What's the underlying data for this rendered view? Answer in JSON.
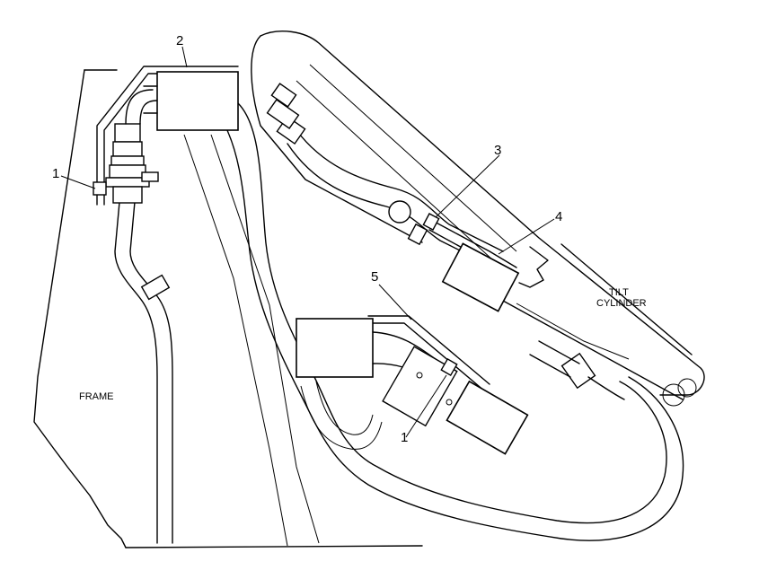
{
  "callouts": {
    "c1_upper": "1",
    "c2": "2",
    "c3": "3",
    "c4": "4",
    "c5": "5",
    "c1_lower": "1"
  },
  "labels": {
    "frame": "FRAME",
    "tilt_line1": "TILT",
    "tilt_line2": "CYLINDER"
  }
}
